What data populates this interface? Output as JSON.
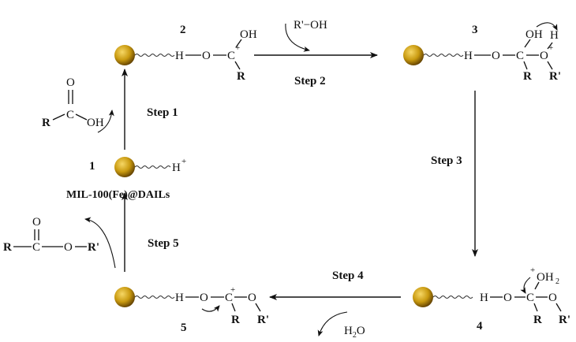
{
  "catalyst": {
    "label": "MIL-100(Fe)@DAILs",
    "bead_color": "#c99a10",
    "bead_highlight": "#f6d765",
    "bead_dark": "#5a3a00"
  },
  "steps": {
    "step1": "Step 1",
    "step2": "Step 2",
    "step3": "Step 3",
    "step4": "Step 4",
    "step5": "Step 5"
  },
  "intermediates": {
    "n1": "1",
    "n2": "2",
    "n3": "3",
    "n4": "4",
    "n5": "5"
  },
  "atoms": {
    "H": "H",
    "O": "O",
    "C": "C",
    "R": "R",
    "Rp": "R'",
    "OH": "OH",
    "plus": "+",
    "dash": "-"
  },
  "reagents": {
    "alcohol": "R'−OH",
    "water_main": "H",
    "water_sub": "2",
    "water_tail": "O",
    "oh2_main": "OH",
    "oh2_sub": "2",
    "acid_oh": "OH",
    "ester_o": "O"
  }
}
